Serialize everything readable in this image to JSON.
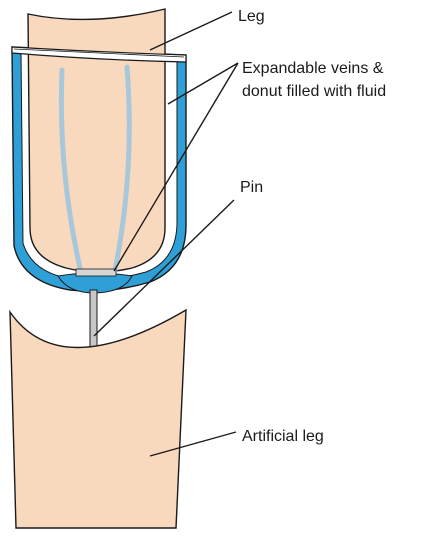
{
  "labels": {
    "leg": "Leg",
    "veins_line1": "Expandable veins &",
    "veins_line2": "donut filled with fluid",
    "pin": "Pin",
    "artificial_leg": "Artificial leg"
  },
  "colors": {
    "skin": "#f9d9bd",
    "fluid": "#2f9fd8",
    "vein": "#a9c7da",
    "outline": "#1a1a1a",
    "pin": "#c8c8c8"
  }
}
